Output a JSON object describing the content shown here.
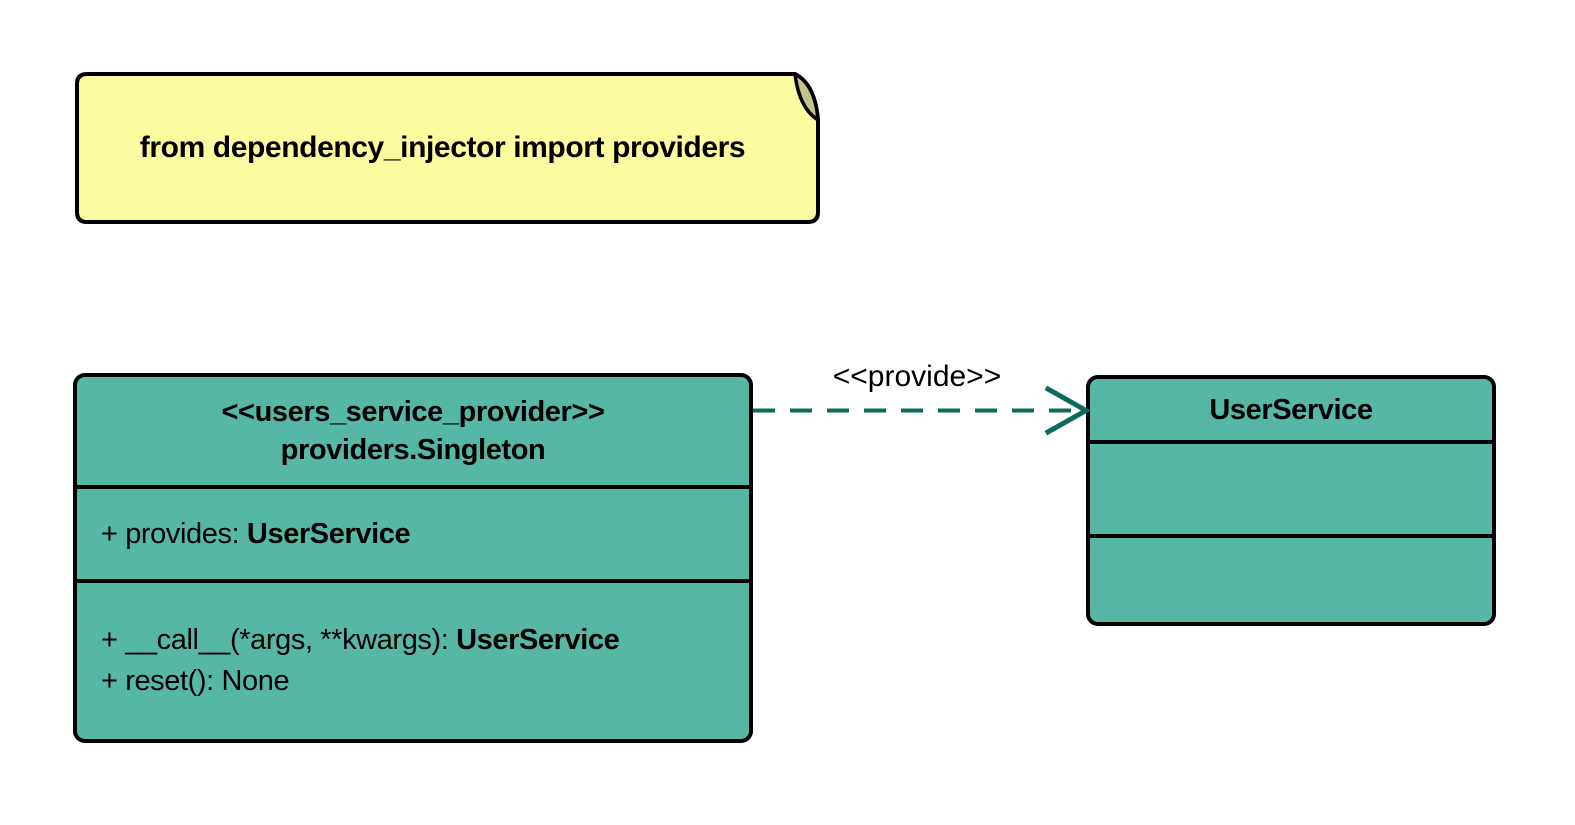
{
  "diagram": {
    "note": {
      "text": "from dependency_injector import providers"
    },
    "provider_class": {
      "stereotype": "<<users_service_provider>>",
      "name": "providers.Singleton",
      "attributes": [
        {
          "label": "+ provides: ",
          "type": "UserService"
        }
      ],
      "methods": [
        {
          "label": "+ __call__(*args, **kwargs): ",
          "type": "UserService"
        },
        {
          "label": "+ reset(): None",
          "type": ""
        }
      ]
    },
    "service_class": {
      "name": "UserService"
    },
    "edge": {
      "label": "<<provide>>"
    },
    "colors": {
      "background": "#FFFFFF",
      "class_fill": "#56B8A4",
      "note_fill": "#FBFB9F",
      "note_fold": "#C4C48C",
      "edge_stroke": "#0C6B5D",
      "border": "#000000"
    }
  }
}
